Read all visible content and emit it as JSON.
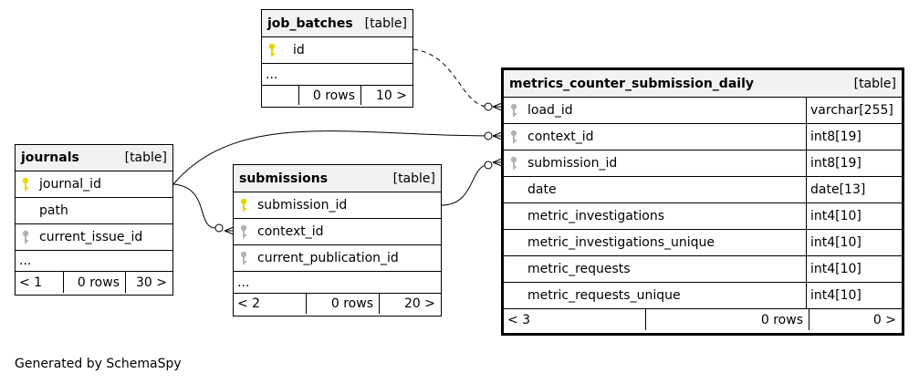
{
  "tables": {
    "job_batches": {
      "name": "job_batches",
      "kind": "[table]",
      "columns": [
        {
          "name": "id"
        }
      ],
      "ellipsis": "...",
      "footer": {
        "parents": "",
        "rows": "0 rows",
        "children": "10 >"
      }
    },
    "journals": {
      "name": "journals",
      "kind": "[table]",
      "columns": [
        {
          "name": "journal_id"
        },
        {
          "name": "path"
        },
        {
          "name": "current_issue_id"
        }
      ],
      "ellipsis": "...",
      "footer": {
        "parents": "< 1",
        "rows": "0 rows",
        "children": "30 >"
      }
    },
    "submissions": {
      "name": "submissions",
      "kind": "[table]",
      "columns": [
        {
          "name": "submission_id"
        },
        {
          "name": "context_id"
        },
        {
          "name": "current_publication_id"
        }
      ],
      "ellipsis": "...",
      "footer": {
        "parents": "< 2",
        "rows": "0 rows",
        "children": "20 >"
      }
    },
    "metrics": {
      "name": "metrics_counter_submission_daily",
      "kind": "[table]",
      "columns": [
        {
          "name": "load_id",
          "type": "varchar[255]"
        },
        {
          "name": "context_id",
          "type": "int8[19]"
        },
        {
          "name": "submission_id",
          "type": "int8[19]"
        },
        {
          "name": "date",
          "type": "date[13]"
        },
        {
          "name": "metric_investigations",
          "type": "int4[10]"
        },
        {
          "name": "metric_investigations_unique",
          "type": "int4[10]"
        },
        {
          "name": "metric_requests",
          "type": "int4[10]"
        },
        {
          "name": "metric_requests_unique",
          "type": "int4[10]"
        }
      ],
      "footer": {
        "parents": "< 3",
        "rows": "0 rows",
        "children": "0 >"
      }
    }
  },
  "colors": {
    "primary_key": "#e6d800",
    "foreign_key": "#b3b3b3",
    "header_bg": "#f2f2f2"
  },
  "footer_note": "Generated by SchemaSpy"
}
